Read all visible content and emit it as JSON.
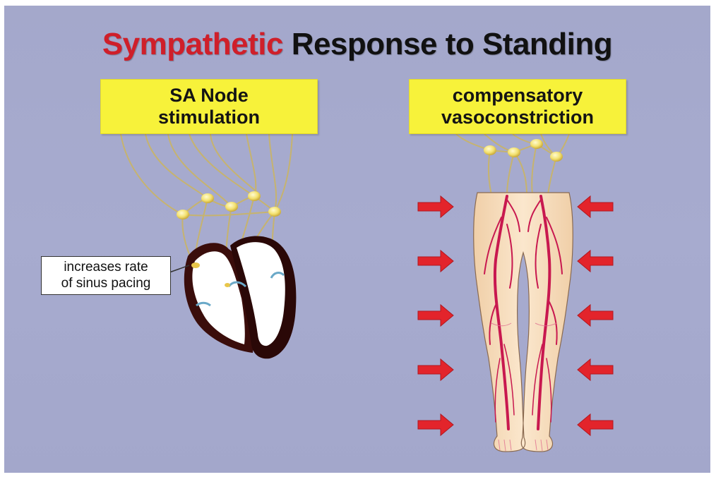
{
  "title": {
    "part1": "Sympathetic",
    "part2": "Response to Standing"
  },
  "colors": {
    "title_accent": "#cf1f2a",
    "label_box": "#f7f23a",
    "background": "#a6aacd",
    "nerve": "#c8b46a",
    "ganglion": "#f3e170",
    "arrow": "#e3242b",
    "artery": "#c8184f",
    "skin": "#f5dfc0",
    "heart_wall": "#3a0d0b"
  },
  "left_panel": {
    "label_line1": "SA Node",
    "label_line2": "stimulation",
    "callout_line1": "increases rate",
    "callout_line2": "of sinus pacing",
    "icon": "heart-cross-section-icon"
  },
  "right_panel": {
    "label_line1": "compensatory",
    "label_line2": "vasoconstriction",
    "icon": "legs-vasculature-icon"
  }
}
